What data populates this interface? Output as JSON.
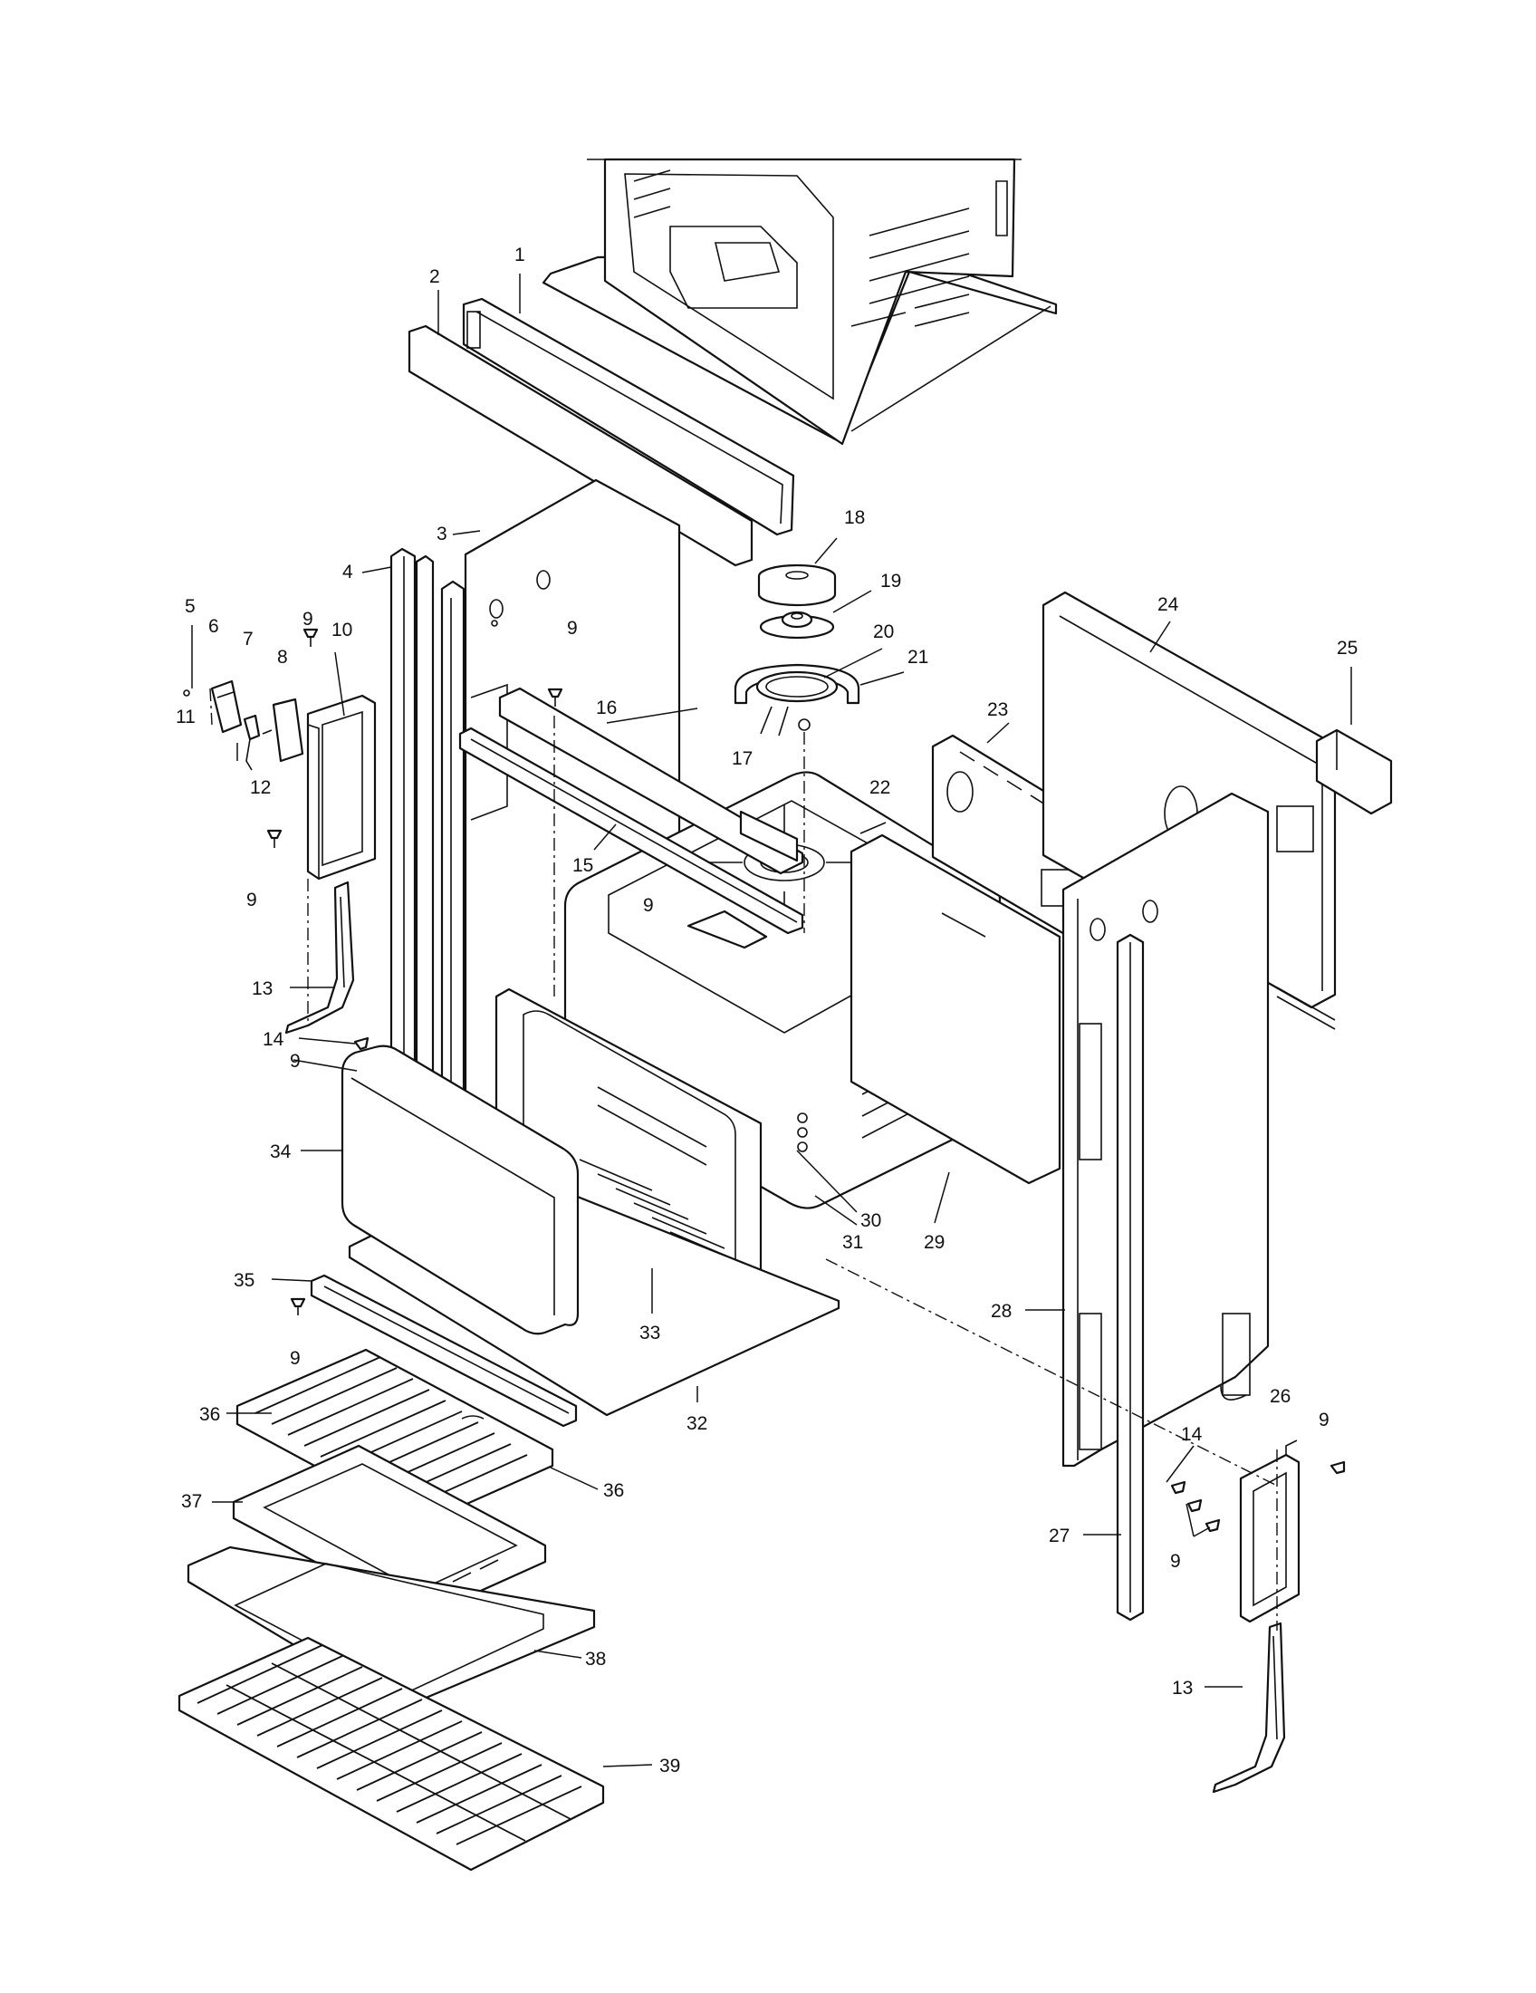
{
  "diagram": {
    "type": "exploded parts diagram",
    "colors": {
      "ink": "#111111",
      "paper": "#ffffff"
    }
  },
  "callouts": [
    {
      "id": "c1",
      "text": "1"
    },
    {
      "id": "c2",
      "text": "2"
    },
    {
      "id": "c3",
      "text": "3"
    },
    {
      "id": "c4",
      "text": "4"
    },
    {
      "id": "c5",
      "text": "5"
    },
    {
      "id": "c6",
      "text": "6"
    },
    {
      "id": "c7",
      "text": "7"
    },
    {
      "id": "c8",
      "text": "8"
    },
    {
      "id": "c9a",
      "text": "9"
    },
    {
      "id": "c9b",
      "text": "9"
    },
    {
      "id": "c9c",
      "text": "9"
    },
    {
      "id": "c9d",
      "text": "9"
    },
    {
      "id": "c9e",
      "text": "9"
    },
    {
      "id": "c9f",
      "text": "9"
    },
    {
      "id": "c9g",
      "text": "9"
    },
    {
      "id": "c9h",
      "text": "9"
    },
    {
      "id": "c10",
      "text": "10"
    },
    {
      "id": "c11",
      "text": "11"
    },
    {
      "id": "c12",
      "text": "12"
    },
    {
      "id": "c13a",
      "text": "13"
    },
    {
      "id": "c13b",
      "text": "13"
    },
    {
      "id": "c14a",
      "text": "14"
    },
    {
      "id": "c14b",
      "text": "14"
    },
    {
      "id": "c15",
      "text": "15"
    },
    {
      "id": "c16",
      "text": "16"
    },
    {
      "id": "c17",
      "text": "17"
    },
    {
      "id": "c18",
      "text": "18"
    },
    {
      "id": "c19",
      "text": "19"
    },
    {
      "id": "c20",
      "text": "20"
    },
    {
      "id": "c21",
      "text": "21"
    },
    {
      "id": "c22",
      "text": "22"
    },
    {
      "id": "c23",
      "text": "23"
    },
    {
      "id": "c24",
      "text": "24"
    },
    {
      "id": "c25",
      "text": "25"
    },
    {
      "id": "c26",
      "text": "26"
    },
    {
      "id": "c27",
      "text": "27"
    },
    {
      "id": "c28",
      "text": "28"
    },
    {
      "id": "c29",
      "text": "29"
    },
    {
      "id": "c30",
      "text": "30"
    },
    {
      "id": "c31",
      "text": "31"
    },
    {
      "id": "c32",
      "text": "32"
    },
    {
      "id": "c33",
      "text": "33"
    },
    {
      "id": "c34",
      "text": "34"
    },
    {
      "id": "c35",
      "text": "35"
    },
    {
      "id": "c36a",
      "text": "36"
    },
    {
      "id": "c36b",
      "text": "36"
    },
    {
      "id": "c37",
      "text": "37"
    },
    {
      "id": "c38",
      "text": "38"
    },
    {
      "id": "c39",
      "text": "39"
    }
  ]
}
